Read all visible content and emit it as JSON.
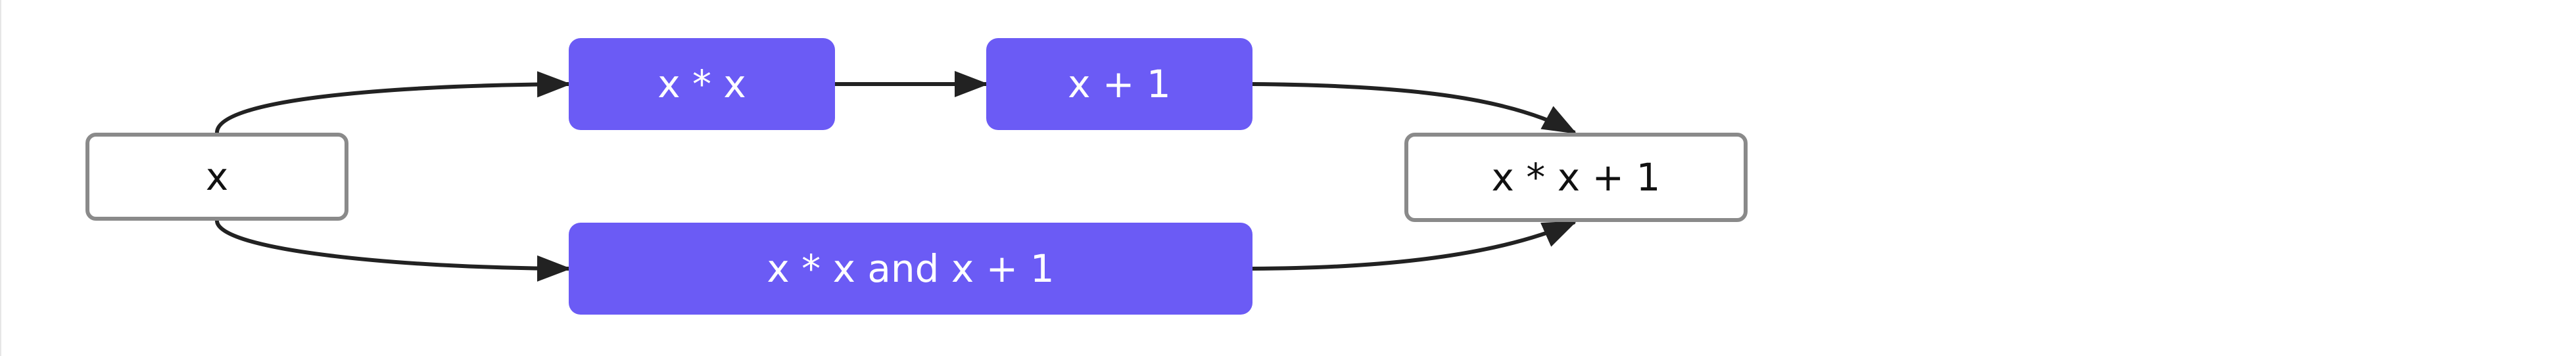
{
  "colors": {
    "op_fill": "#6b5bf5",
    "io_border": "#8a8a8a",
    "edge": "#222222"
  },
  "nodes": {
    "input": "x",
    "square": "x * x",
    "increment": "x + 1",
    "combined": "x * x and x + 1",
    "output": "x * x + 1"
  }
}
